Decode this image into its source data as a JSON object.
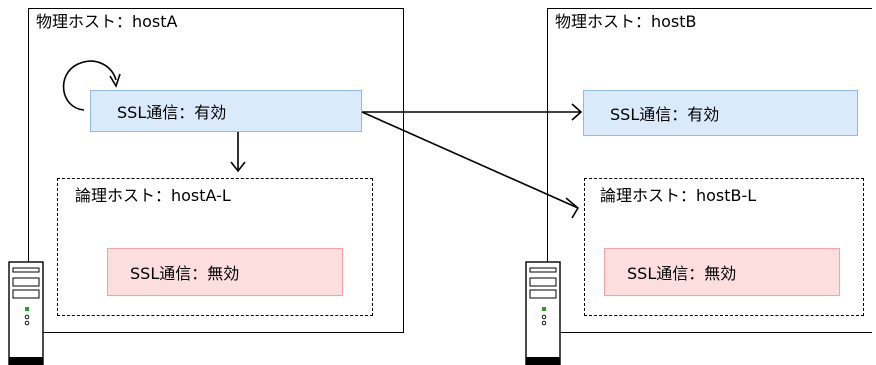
{
  "hostA": {
    "title": "物理ホスト：hostA",
    "ssl": "SSL通信：有効",
    "logical": {
      "title": "論理ホスト：hostA-L",
      "ssl": "SSL通信：無効"
    }
  },
  "hostB": {
    "title": "物理ホスト：hostB",
    "ssl": "SSL通信：有効",
    "logical": {
      "title": "論理ホスト：hostB-L",
      "ssl": "SSL通信：無効"
    }
  },
  "icons": [
    "server-icon",
    "server-icon"
  ],
  "colors": {
    "enabled_fill": "#dbeafb",
    "enabled_border": "#8fbcec",
    "disabled_fill": "#fddede",
    "disabled_border": "#f1a4a4"
  }
}
